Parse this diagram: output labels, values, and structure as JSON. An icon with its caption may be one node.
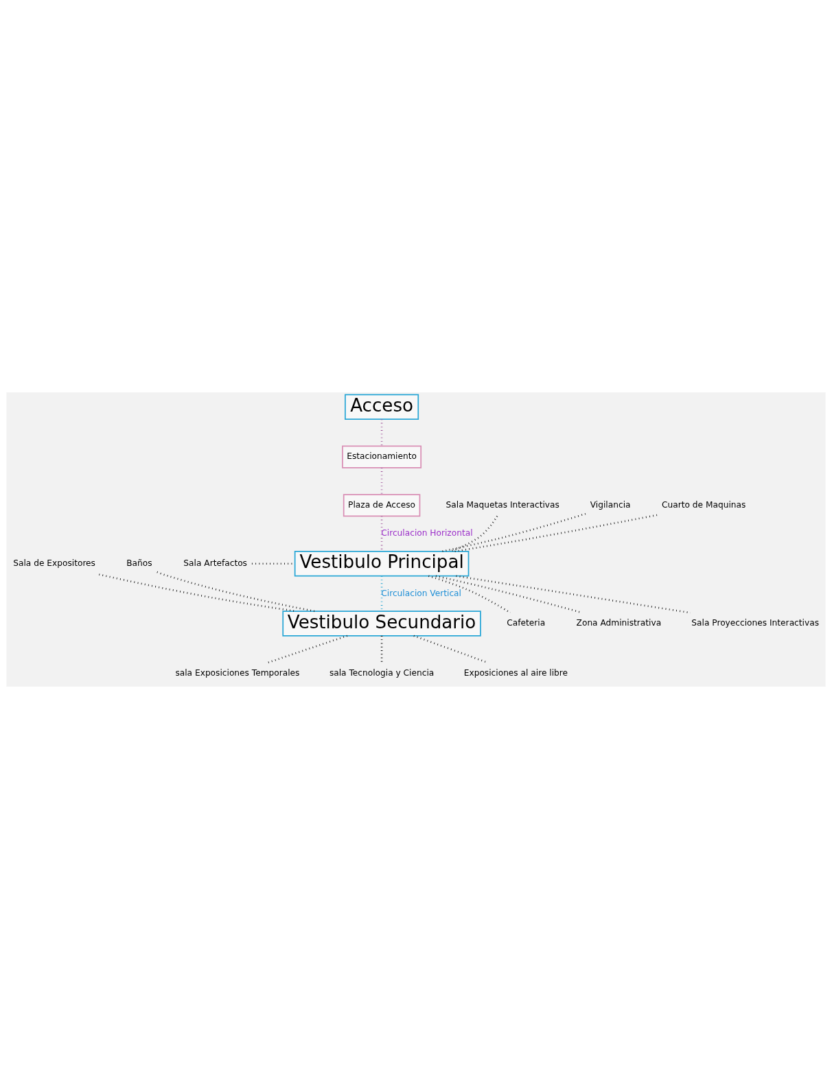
{
  "diagram": {
    "nodes": [
      {
        "text": [
          "Acceso"
        ]
      },
      {
        "text": [
          "Estacionamiento"
        ]
      },
      {
        "text": [
          "Plaza de Acceso"
        ]
      },
      {
        "text": [
          "Sala Maquetas Interactivas"
        ]
      },
      {
        "text": [
          "Vigilancia"
        ]
      },
      {
        "text": [
          "Cuarto de Maquinas"
        ]
      },
      {
        "text": [
          "Vestibulo Principal"
        ]
      },
      {
        "text": [
          "Sala Artefactos"
        ]
      },
      {
        "text": [
          "Zona Administrativa"
        ]
      },
      {
        "text": [
          "Sala Proyecciones Interactivas"
        ]
      },
      {
        "text": [
          "Cafeteria"
        ]
      },
      {
        "text": [
          "Sala de Expositores"
        ]
      },
      {
        "text": [
          "Baños"
        ]
      },
      {
        "text": [
          "Vestibulo Secundario"
        ]
      },
      {
        "text": [
          "sala Exposiciones Temporales"
        ]
      },
      {
        "text": [
          "sala Tecnologia y Ciencia"
        ]
      },
      {
        "text": [
          "Exposiciones al aire libre"
        ]
      }
    ],
    "edges": [
      {
        "from": 0,
        "to": 1,
        "arrow": "none",
        "color": "#9b4f96"
      },
      {
        "from": 1,
        "to": 2,
        "arrow": "none",
        "color": "#9b4f96"
      },
      {
        "from": 2,
        "to": 6,
        "arrow": "none",
        "label": "Circulacion Horizontal",
        "color": "#9b4f96"
      },
      {
        "from": 3,
        "to": 6,
        "arrow": "none"
      },
      {
        "from": 4,
        "to": 6,
        "arrow": "none"
      },
      {
        "from": 5,
        "to": 6,
        "arrow": "none"
      },
      {
        "from": 7,
        "to": 6,
        "arrow": "none"
      },
      {
        "from": 6,
        "to": 8,
        "arrow": "none"
      },
      {
        "from": 6,
        "to": 9,
        "arrow": "none"
      },
      {
        "from": 6,
        "to": 10,
        "arrow": "none"
      },
      {
        "from": 6,
        "to": 13,
        "arrow": "none",
        "label": "Circulacion Vertical",
        "color": "#1fa3d1"
      },
      {
        "from": 11,
        "to": 13,
        "arrow": "none"
      },
      {
        "from": 12,
        "to": 13,
        "arrow": "none"
      },
      {
        "from": 13,
        "to": 14,
        "arrow": "none"
      },
      {
        "from": 13,
        "to": 15,
        "arrow": "none"
      },
      {
        "from": 13,
        "to": 16,
        "arrow": "none"
      }
    ]
  }
}
